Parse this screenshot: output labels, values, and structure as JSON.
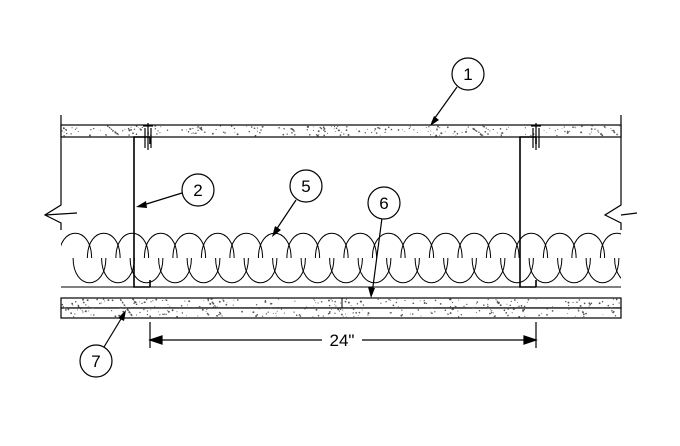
{
  "callouts": [
    {
      "label": "1",
      "refers_to": "top-panel"
    },
    {
      "label": "2",
      "refers_to": "stud"
    },
    {
      "label": "5",
      "refers_to": "insulation"
    },
    {
      "label": "6",
      "refers_to": "bottom-panel-seam"
    },
    {
      "label": "7",
      "refers_to": "bottom-panel"
    }
  ],
  "dimension": {
    "label": "24\""
  },
  "colors": {
    "line": "#000000",
    "background": "#ffffff",
    "fill_dots": "#555555"
  }
}
